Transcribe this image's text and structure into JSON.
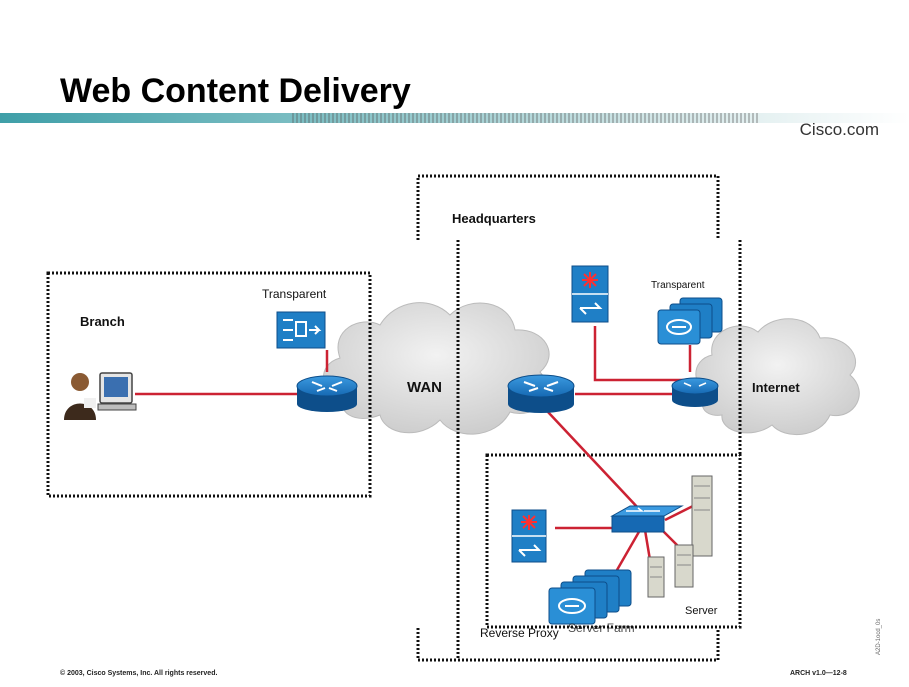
{
  "slide": {
    "title": "Web Content Delivery",
    "brand": "Cisco.com",
    "footer_left": "© 2003, Cisco Systems, Inc. All rights reserved.",
    "footer_right": "ARCH v1.0—12-8",
    "side_code": "A2D-1ocd_0s"
  },
  "diagram": {
    "headquarters_label": "Headquarters",
    "branch_label": "Branch",
    "wan_label": "WAN",
    "internet_label": "Internet",
    "branch_engine_label": "Transparent",
    "hq_engine_label": "Transparent",
    "server_label": "Server",
    "farm_label": "Reverse Proxy",
    "farm_label_2": "Server Farm"
  },
  "colors": {
    "link": "#cc2233",
    "device_blue": "#1f7fc6",
    "device_dark": "#0d4e8a",
    "cloud": "#d9d9d9",
    "title_bar": "#3f9fa8"
  }
}
